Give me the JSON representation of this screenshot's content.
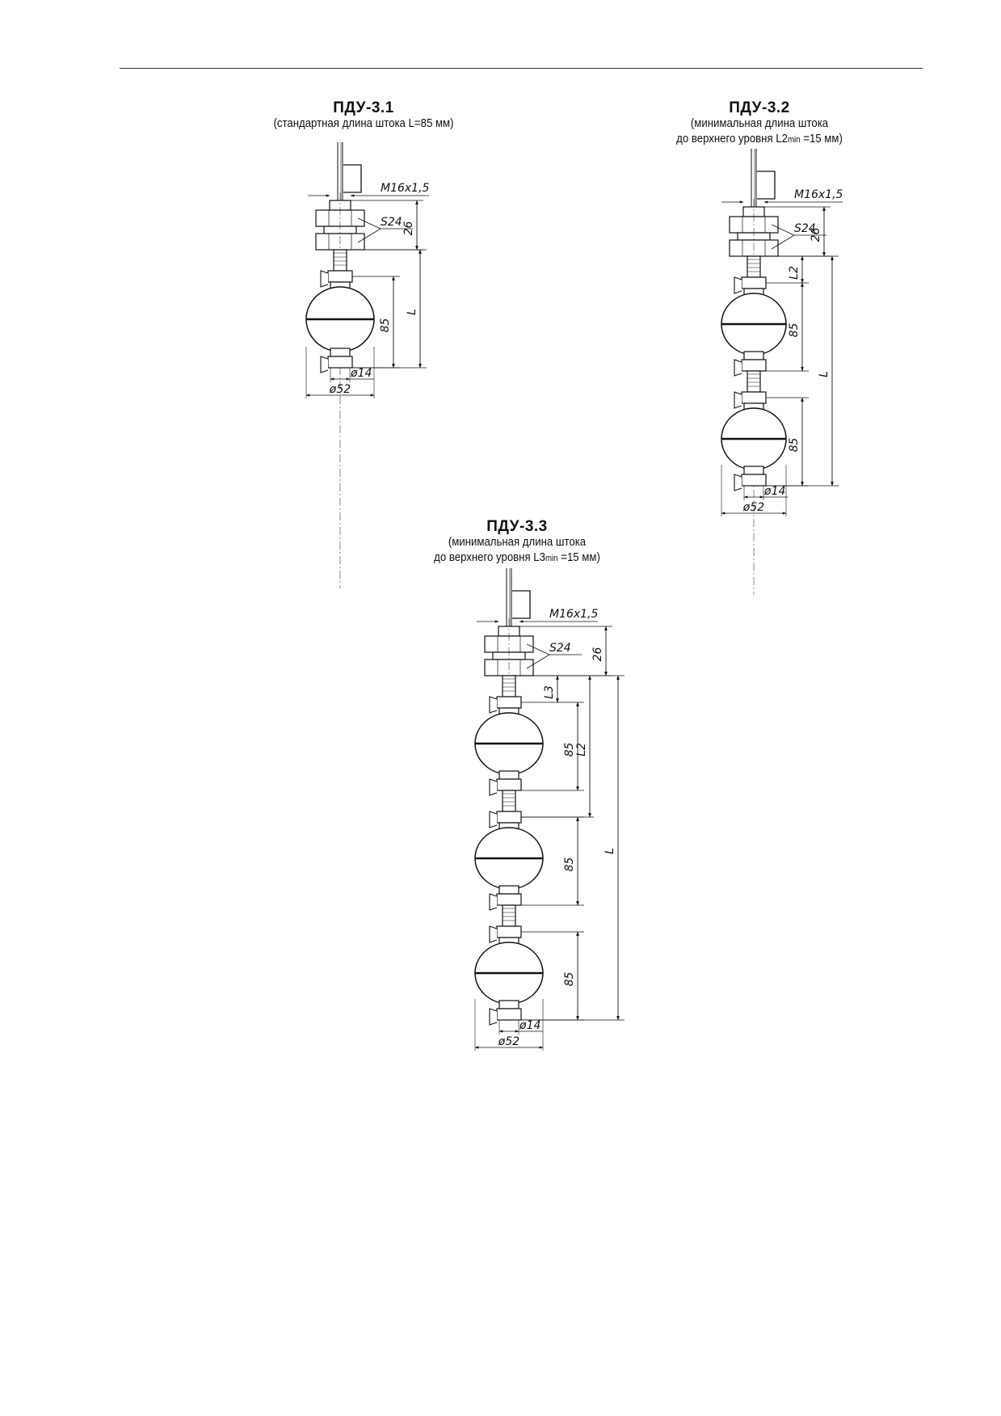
{
  "captions": {
    "pdu31": {
      "title": "ПДУ-3.1",
      "line1": "(стандартная длина штока L=85 мм)"
    },
    "pdu32": {
      "title": "ПДУ-3.2",
      "line1": "(минимальная длина штока",
      "line2_pre": "до верхнего уровня L2",
      "line2_sub": "min",
      "line2_post": " =15 мм)"
    },
    "pdu33": {
      "title": "ПДУ-3.3",
      "line1": "(минимальная длина штока",
      "line2_pre": "до верхнего уровня L3",
      "line2_sub": "min",
      "line2_post": " =15 мм)"
    }
  },
  "dims": {
    "thread": "M16x1,5",
    "wrench": "S24",
    "d14": "ø14",
    "d52": "ø52",
    "h26": "26",
    "h85": "85",
    "L": "L",
    "L2": "L2",
    "L3": "L3"
  }
}
